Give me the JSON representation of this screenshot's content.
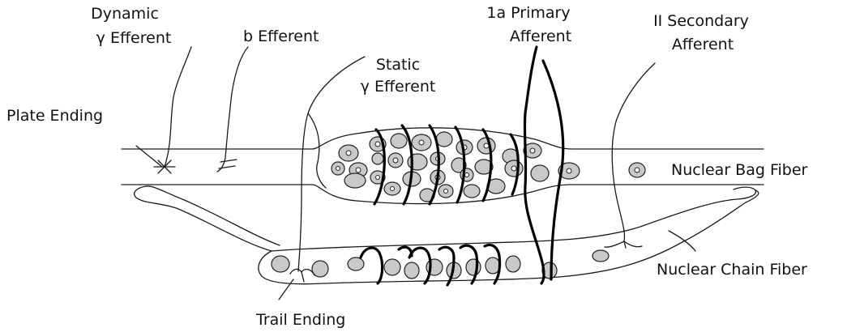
{
  "labels": {
    "dynamic_line1": "Dynamic",
    "dynamic_line2": "γ Efferent",
    "b_efferent": "b Efferent",
    "static_line1": "Static",
    "static_line2": "γ Efferent",
    "primary_line1": "1a Primary",
    "primary_line2": "Afferent",
    "secondary_line1": "II Secondary",
    "secondary_line2": "Afferent",
    "plate_ending": "Plate Ending",
    "nuclear_bag_fiber": "Nuclear Bag Fiber",
    "nuclear_chain_fiber": "Nuclear Chain Fiber",
    "trail_ending": "Trail Ending"
  },
  "colors": {
    "stroke": "#1a1a1a",
    "nucleus_fill": "#c9c9c9",
    "background": "#ffffff"
  }
}
